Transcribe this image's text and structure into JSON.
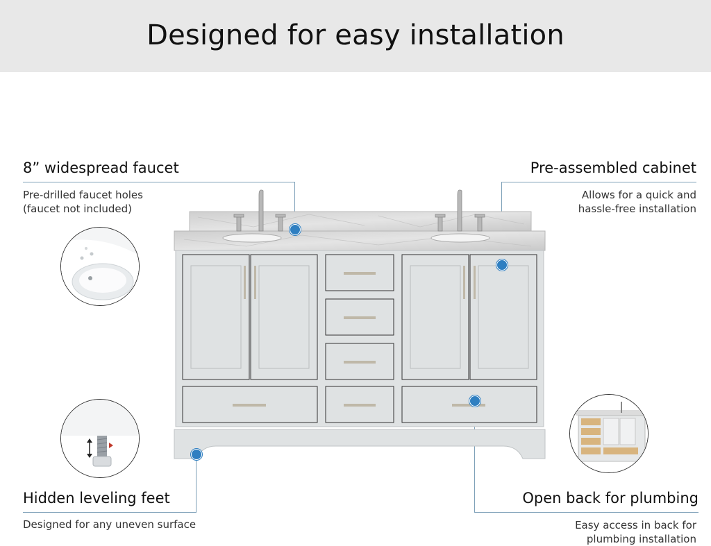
{
  "header": {
    "title": "Designed for easy installation"
  },
  "features": {
    "faucet": {
      "title": "8” widespread faucet",
      "description": "Pre-drilled faucet holes\n(faucet not included)"
    },
    "cabinet": {
      "title": "Pre-assembled cabinet",
      "description": "Allows for  a quick and\nhassle-free installation"
    },
    "feet": {
      "title": "Hidden leveling feet",
      "description": "Designed for any uneven surface"
    },
    "back": {
      "title": "Open back for plumbing",
      "description": "Easy access in back for\nplumbing installation"
    }
  },
  "colors": {
    "callout_dot": "#2f7fc1",
    "leader_line": "#7da0b8",
    "cabinet": "#dfe2e3",
    "marble": "#d9d9d9",
    "hardware": "#bfb8a8",
    "banner": "#e8e8e8"
  },
  "icons": [
    "faucet-hole-closeup-icon",
    "leveling-foot-closeup-icon",
    "open-back-closeup-icon"
  ]
}
